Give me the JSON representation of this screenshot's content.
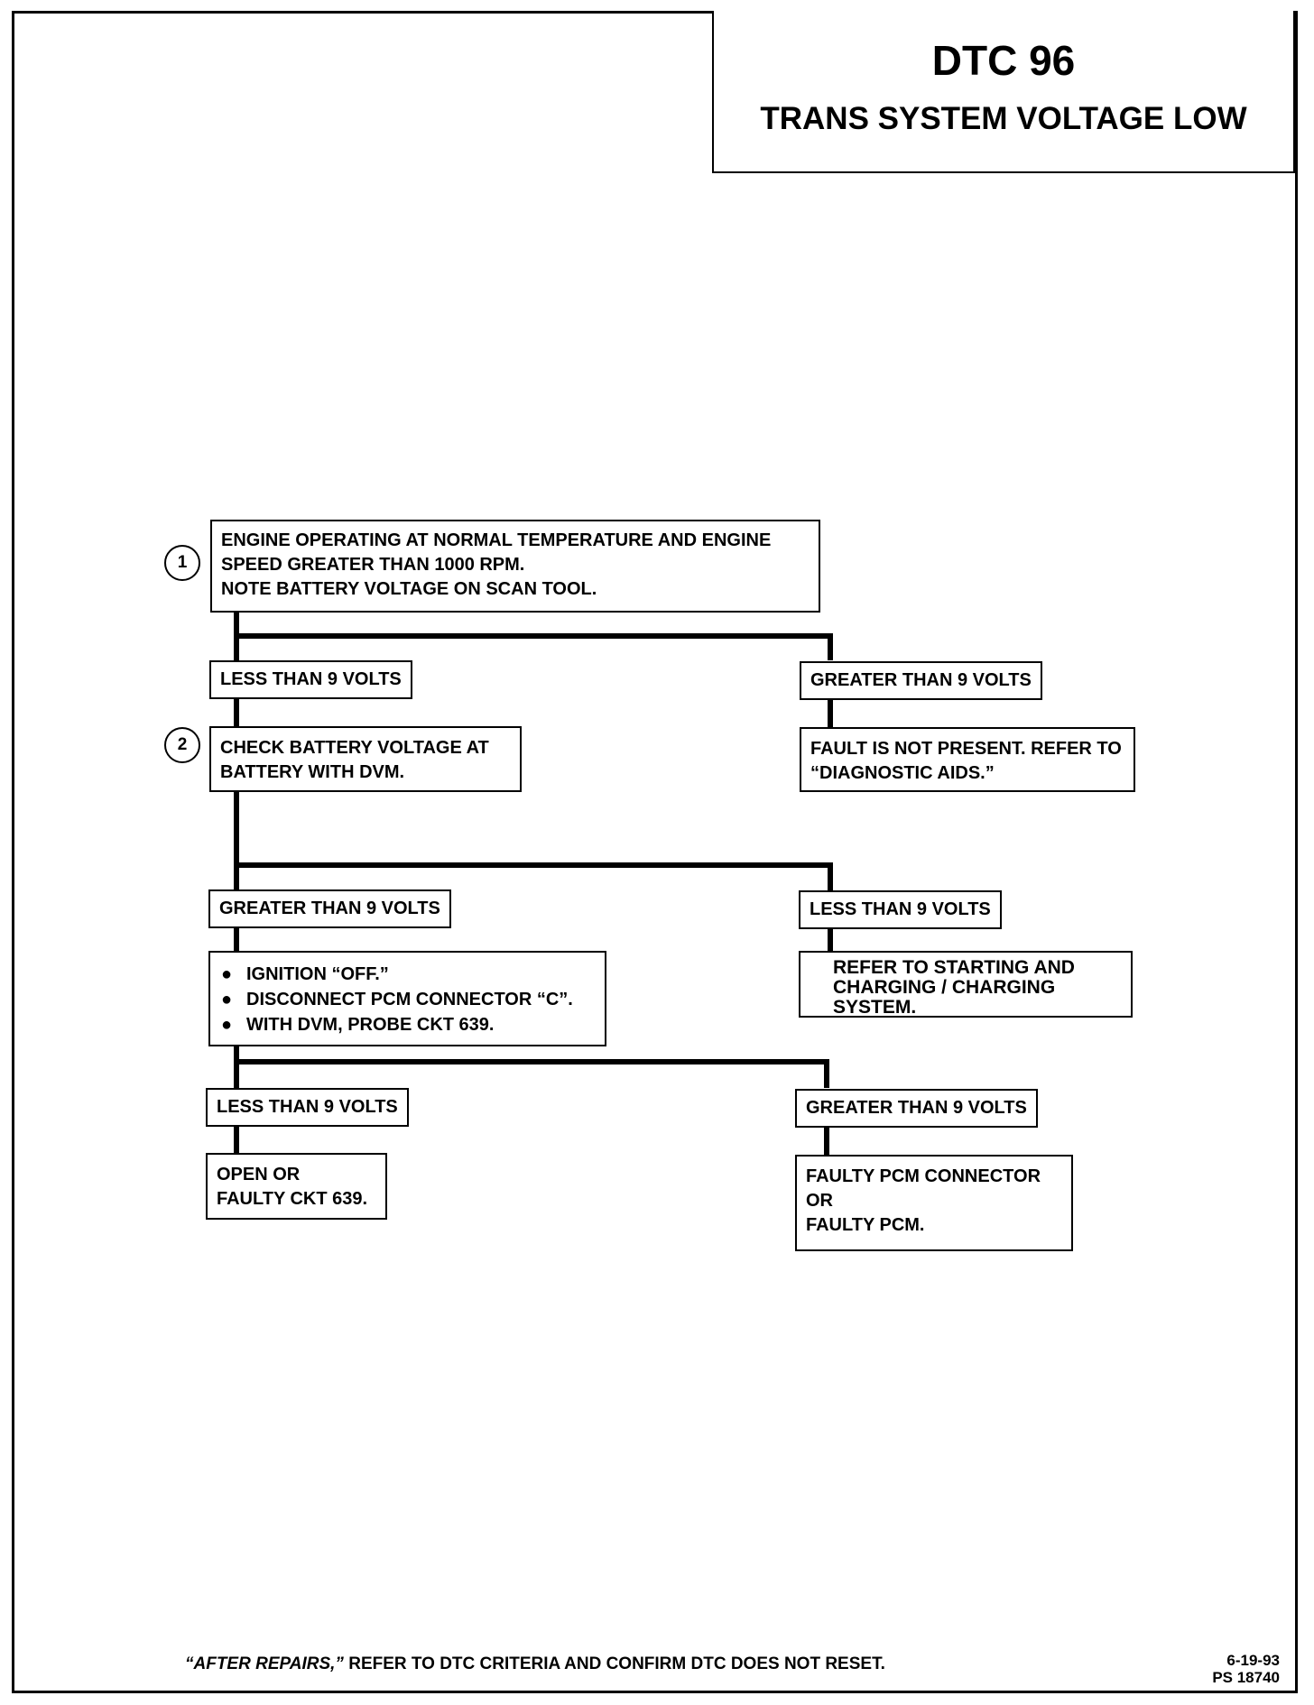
{
  "header": {
    "code": "DTC 96",
    "title": "TRANS SYSTEM VOLTAGE LOW"
  },
  "flow": {
    "step1": {
      "number": "1",
      "text": "ENGINE OPERATING AT NORMAL TEMPERATURE AND ENGINE\nSPEED GREATER THAN 1000 RPM.\nNOTE BATTERY VOLTAGE ON SCAN TOOL."
    },
    "branch1_left": "LESS THAN 9 VOLTS",
    "branch1_right": "GREATER THAN 9 VOLTS",
    "result1_right": "FAULT IS NOT PRESENT.  REFER TO\n“DIAGNOSTIC AIDS.”",
    "step2": {
      "number": "2",
      "text": "CHECK BATTERY VOLTAGE AT\nBATTERY WITH DVM."
    },
    "branch2_left": "GREATER THAN 9 VOLTS",
    "branch2_right": "LESS THAN 9 VOLTS",
    "result2_right": "REFER TO STARTING AND\nCHARGING  / CHARGING\nSYSTEM.",
    "step3_bullets": [
      "IGNITION “OFF.”",
      "DISCONNECT PCM CONNECTOR “C”.",
      "WITH DVM, PROBE CKT 639."
    ],
    "bullet_symbol": "●",
    "branch3_left": "LESS THAN 9 VOLTS",
    "branch3_right": "GREATER THAN 9 VOLTS",
    "result3_left": "OPEN OR\nFAULTY CKT 639.",
    "result3_right": "FAULTY PCM CONNECTOR\nOR\nFAULTY PCM."
  },
  "footer": {
    "note_italic": "“AFTER REPAIRS,”",
    "note_rest": " REFER TO DTC CRITERIA AND CONFIRM DTC DOES NOT RESET.",
    "date": "6-19-93",
    "ref": "PS 18740"
  }
}
